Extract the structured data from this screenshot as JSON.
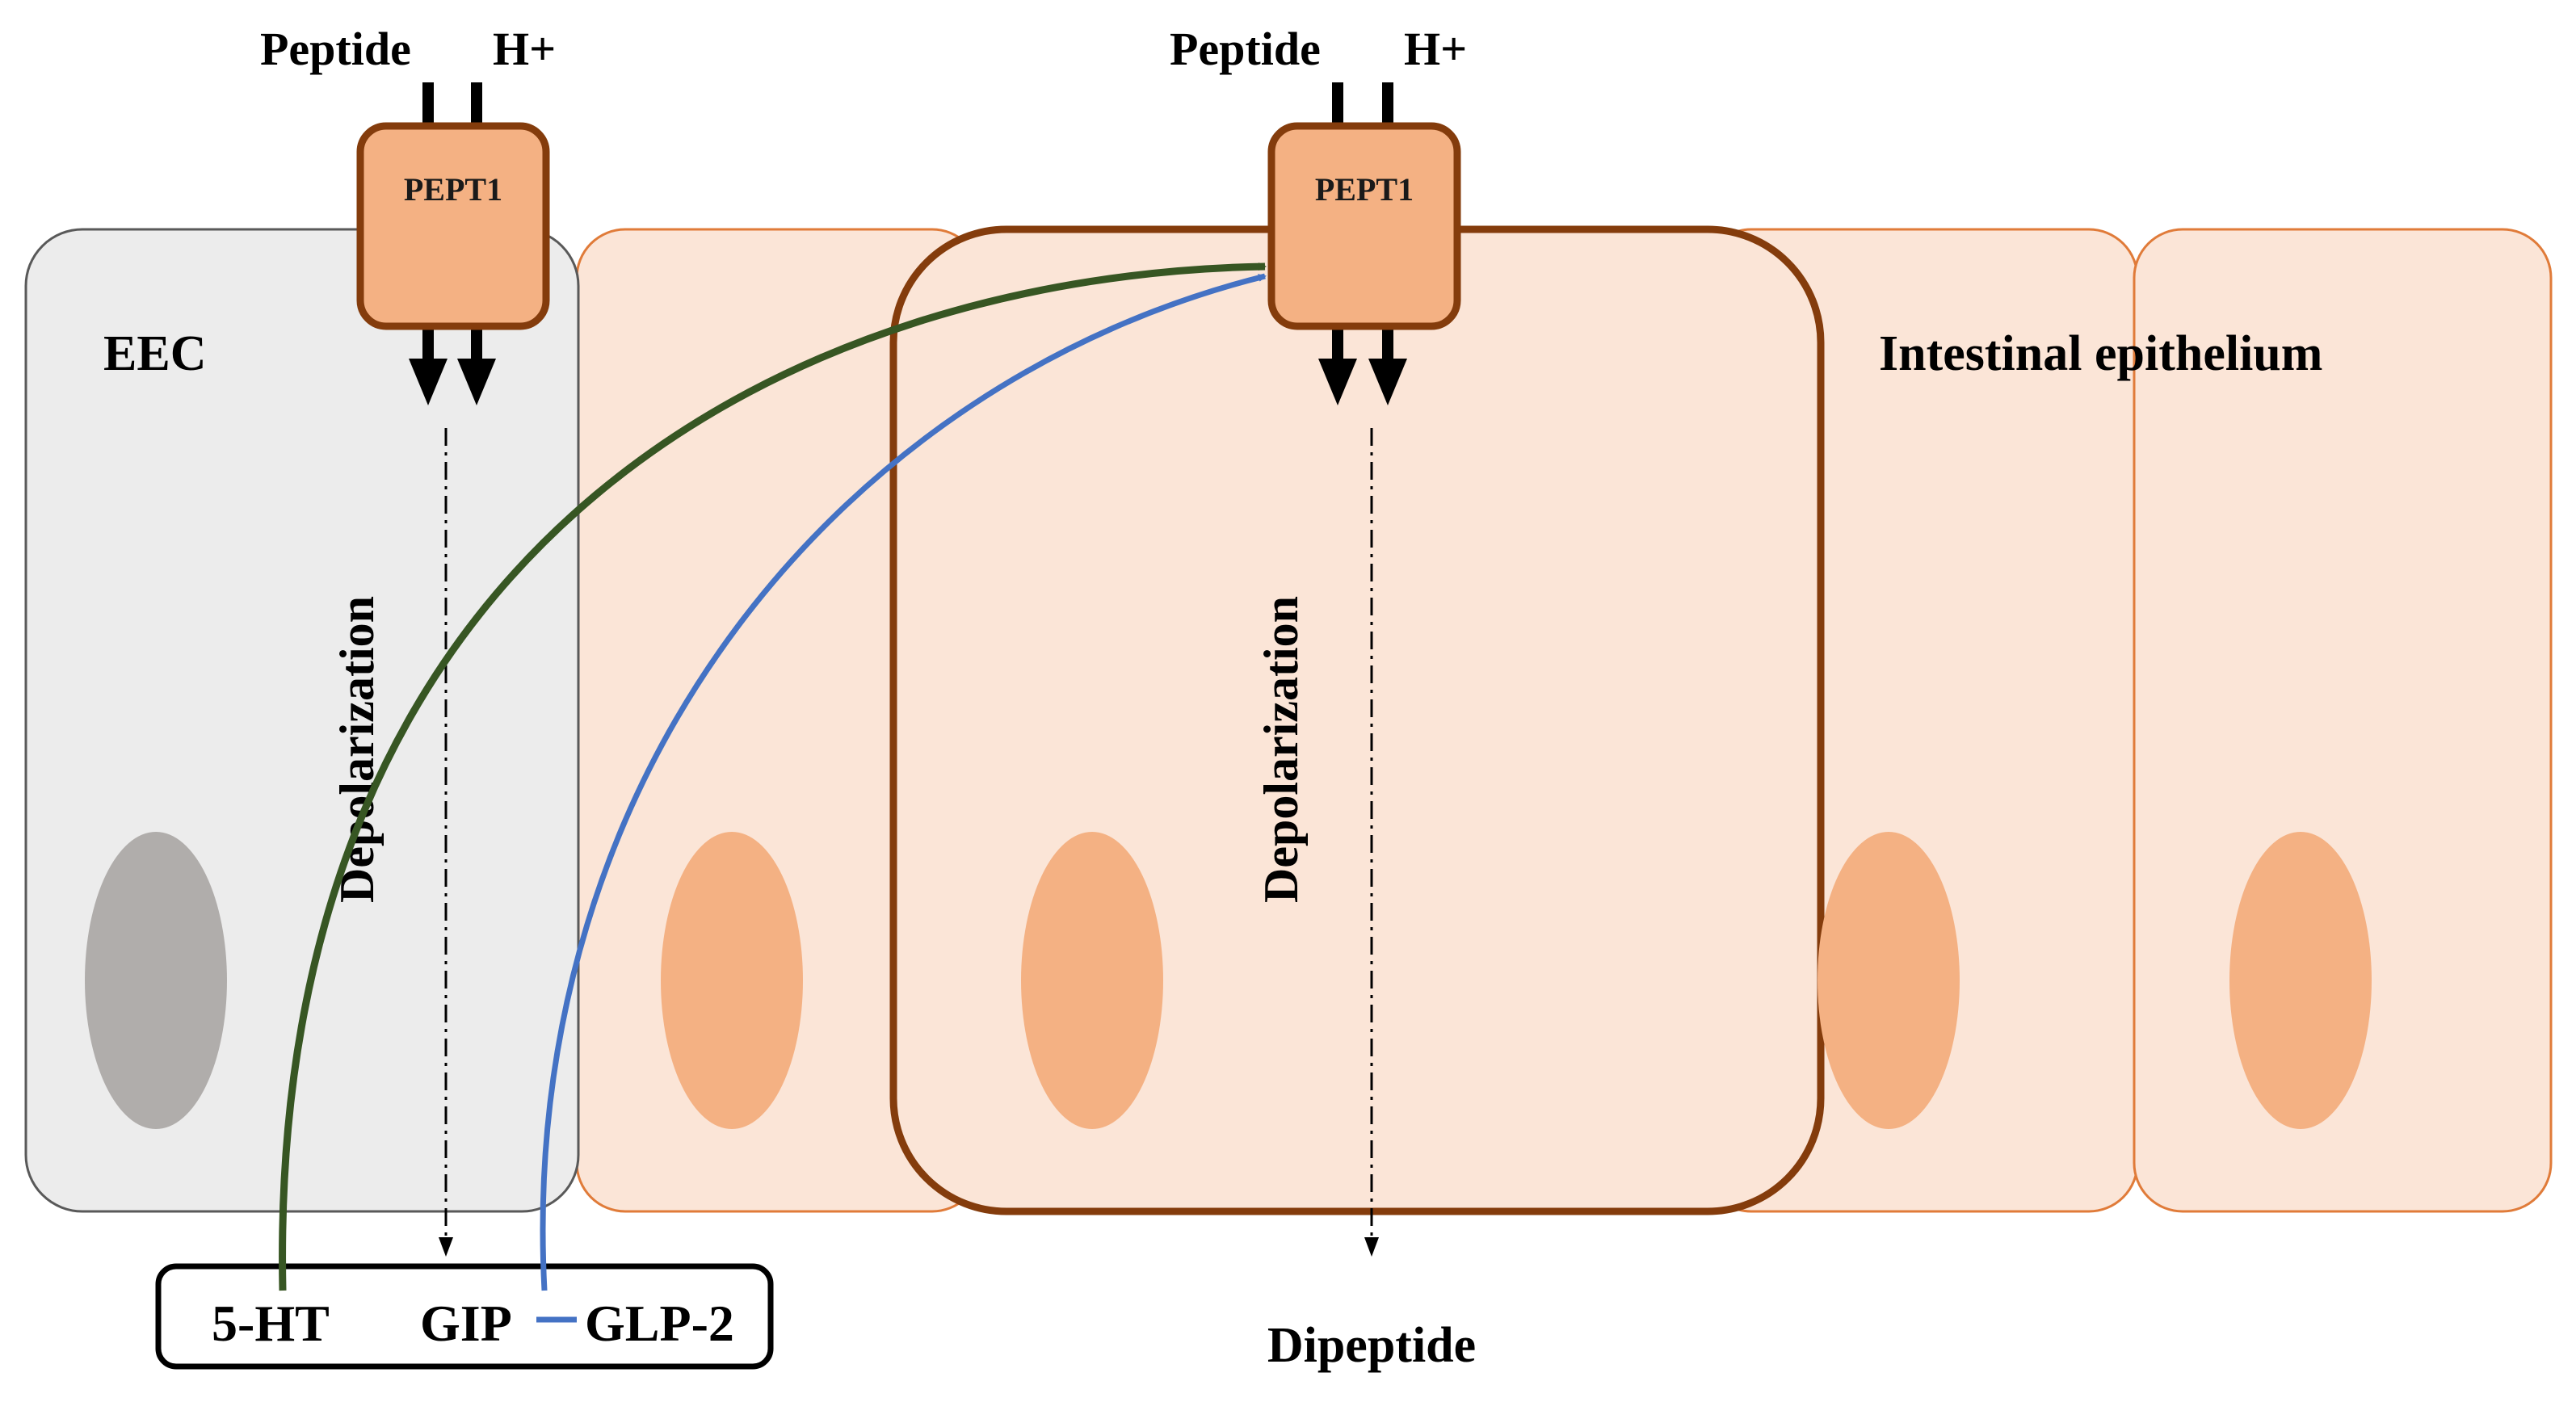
{
  "labels": {
    "transporter_left": "PEPT1",
    "transporter_right": "PEPT1",
    "peptide_left": "Peptide",
    "proton_left": "H+",
    "peptide_right": "Peptide",
    "proton_right": "H+",
    "eec": "EEC",
    "epithelium": "Intestinal epithelium",
    "depolarization_left": "Depolarization",
    "depolarization_right": "Depolarization",
    "dipeptide": "Dipeptide"
  },
  "hormones": {
    "serotonin": "5-HT",
    "gip": "GIP",
    "glp2": "GLP-2"
  },
  "colors": {
    "eec_fill": "#ececec",
    "eec_stroke": "#595959",
    "eec_nucleus": "#b0adab",
    "epi_fill": "#fbe5d7",
    "epi_stroke": "#e07b39",
    "epi_nucleus": "#f4b183",
    "highlight_stroke": "#843c0c",
    "pept1_fill": "#f4b183",
    "pept1_stroke": "#843c0c",
    "serotonin_arrow": "#375623",
    "glp2_arrow": "#4472c4"
  }
}
